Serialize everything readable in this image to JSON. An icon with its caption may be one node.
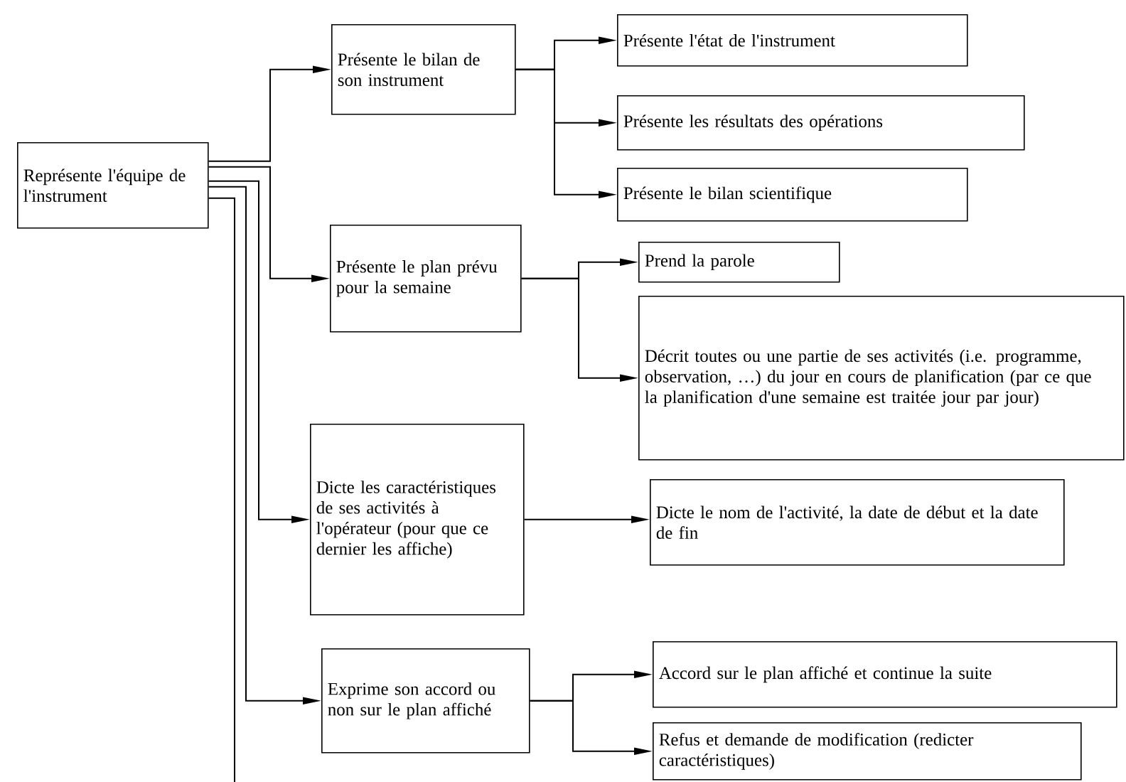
{
  "diagram": {
    "nodes": [
      {
        "text": [
          "Représente l'équipe de l'instrument"
        ]
      },
      {
        "text": [
          "Présente le bilan de son instrument"
        ]
      },
      {
        "text": [
          "Présente l'état de l'instrument"
        ]
      },
      {
        "text": [
          "Présente les résultats des opérations"
        ]
      },
      {
        "text": [
          "Présente le bilan scientifique"
        ]
      },
      {
        "text": [
          "Présente le plan prévu pour la semaine"
        ]
      },
      {
        "text": [
          "Prend la parole"
        ]
      },
      {
        "text": [
          "Décrit toutes ou une partie de ses activités (i.e. programme, observation, …) du jour en cours de planification (par ce que la planification d'une semaine est traitée jour par jour)"
        ]
      },
      {
        "text": [
          "Dicte les caractéristiques de ses activités à l'opérateur (pour que ce dernier les affiche)"
        ]
      },
      {
        "text": [
          "Dicte le nom de l'activité, la date de début et la date de fin"
        ]
      },
      {
        "text": [
          "Exprime son accord ou non sur le plan affiché"
        ]
      },
      {
        "text": [
          "Accord sur le plan affiché et continue la suite"
        ]
      },
      {
        "text": [
          "Refus et demande de modification (redicter caractéristiques)"
        ]
      }
    ],
    "edges": [
      {
        "from": 0,
        "to": 1,
        "arrow": "to"
      },
      {
        "from": 0,
        "to": 5,
        "arrow": "to"
      },
      {
        "from": 0,
        "to": 8,
        "arrow": "to"
      },
      {
        "from": 0,
        "to": 10,
        "arrow": "to"
      },
      {
        "from": 0,
        "to": null,
        "arrow": "none"
      },
      {
        "from": 1,
        "to": 2,
        "arrow": "to"
      },
      {
        "from": 1,
        "to": 3,
        "arrow": "to"
      },
      {
        "from": 1,
        "to": 4,
        "arrow": "to"
      },
      {
        "from": 5,
        "to": 6,
        "arrow": "to"
      },
      {
        "from": 5,
        "to": 7,
        "arrow": "to"
      },
      {
        "from": 8,
        "to": 9,
        "arrow": "to"
      },
      {
        "from": 10,
        "to": 11,
        "arrow": "to"
      },
      {
        "from": 10,
        "to": 12,
        "arrow": "to"
      }
    ]
  }
}
